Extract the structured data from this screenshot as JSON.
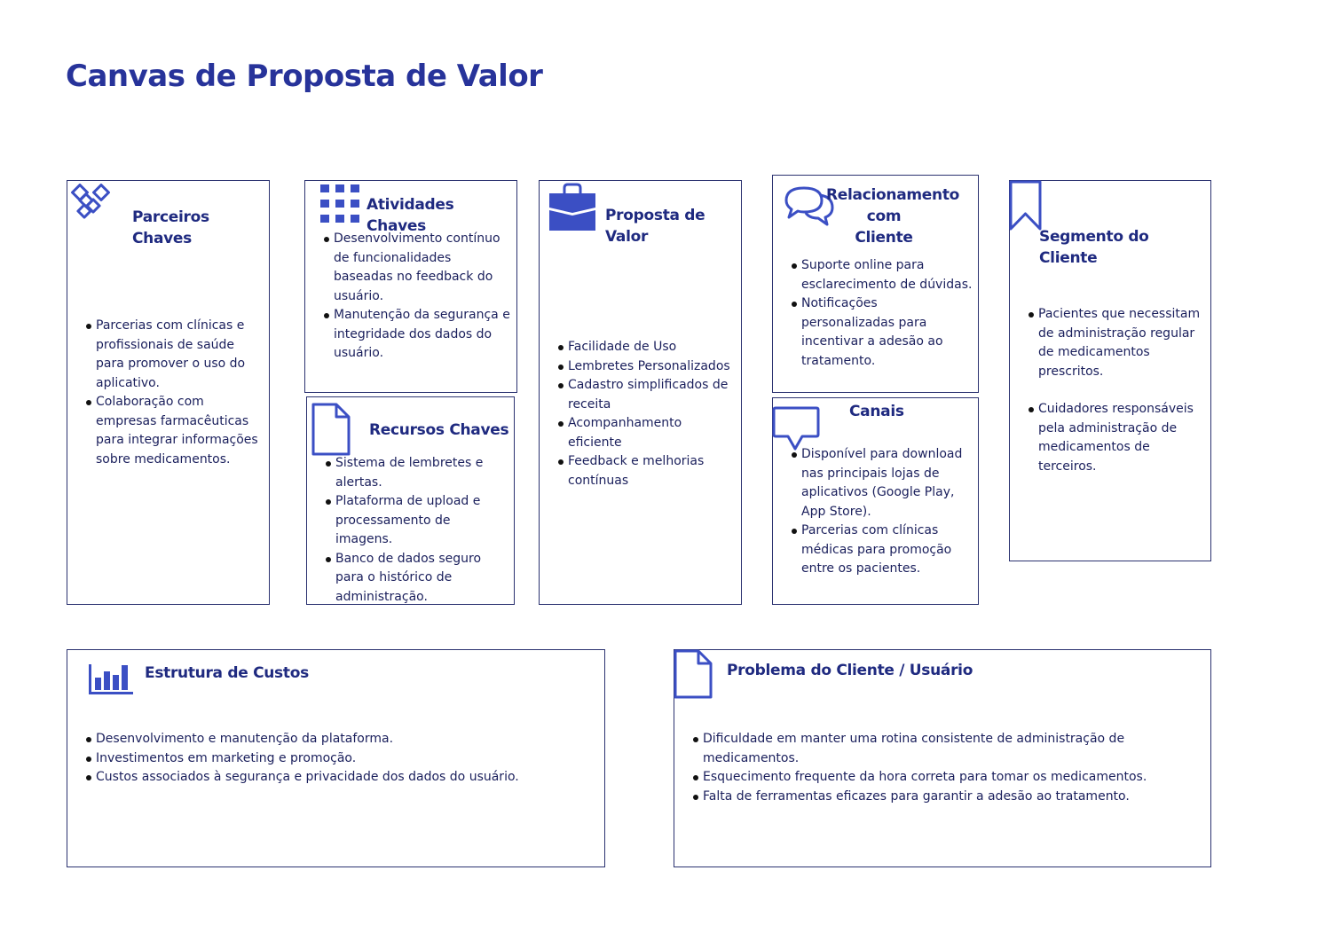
{
  "title": "Canvas de Proposta de Valor",
  "colors": {
    "accent": "#3b4fc4",
    "title": "#27339a",
    "border": "#2b3270"
  },
  "parceiros": {
    "title": "Parceiros Chaves",
    "icon": "handshake-icon",
    "items": [
      "Parcerias com clínicas e profissionais de saúde para promover o uso do aplicativo.",
      "Colaboração com empresas farmacêuticas para integrar informações sobre medicamentos."
    ]
  },
  "atividades": {
    "title": "Atividades Chaves",
    "icon": "grid-icon",
    "items": [
      "Desenvolvimento contínuo de funcionalidades baseadas no feedback do usuário.",
      "Manutenção da segurança e integridade dos dados do usuário."
    ]
  },
  "recursos": {
    "title": "Recursos Chaves",
    "icon": "document-icon",
    "items": [
      "Sistema de lembretes e alertas.",
      "Plataforma de upload e processamento de imagens.",
      "Banco de dados seguro para o histórico de administração."
    ]
  },
  "proposta": {
    "title": "Proposta de Valor",
    "icon": "briefcase-icon",
    "items": [
      "Facilidade de Uso",
      "Lembretes Personalizados",
      "Cadastro simplificados de receita",
      "Acompanhamento eficiente",
      "Feedback e melhorias contínuas"
    ]
  },
  "relacionamento": {
    "title_line1": "Relacionamento",
    "title_line2": "com",
    "title_line3": "Cliente",
    "icon": "chat-bubbles-icon",
    "items": [
      "Suporte online para esclarecimento de dúvidas.",
      "Notificações personalizadas para incentivar a adesão ao tratamento."
    ]
  },
  "canais": {
    "title": "Canais",
    "icon": "speech-bubble-icon",
    "items": [
      "Disponível para download nas principais lojas de aplicativos (Google Play, App Store).",
      "Parcerias com clínicas médicas para promoção entre os pacientes."
    ]
  },
  "segmento": {
    "title": "Segmento do Cliente",
    "icon": "bookmark-icon",
    "items": [
      "Pacientes que necessitam de administração regular de medicamentos prescritos.",
      "Cuidadores responsáveis pela administração de medicamentos de terceiros."
    ]
  },
  "custos": {
    "title": "Estrutura de Custos",
    "icon": "bar-chart-icon",
    "items": [
      "Desenvolvimento e manutenção da plataforma.",
      "Investimentos em marketing e promoção.",
      "Custos associados à segurança e privacidade dos dados do usuário."
    ]
  },
  "problema": {
    "title": "Problema do Cliente / Usuário",
    "icon": "document-icon",
    "items": [
      "Dificuldade em manter uma rotina consistente de administração de medicamentos.",
      "Esquecimento frequente da hora correta para tomar os medicamentos.",
      "Falta de ferramentas eficazes para garantir a adesão ao tratamento."
    ]
  }
}
